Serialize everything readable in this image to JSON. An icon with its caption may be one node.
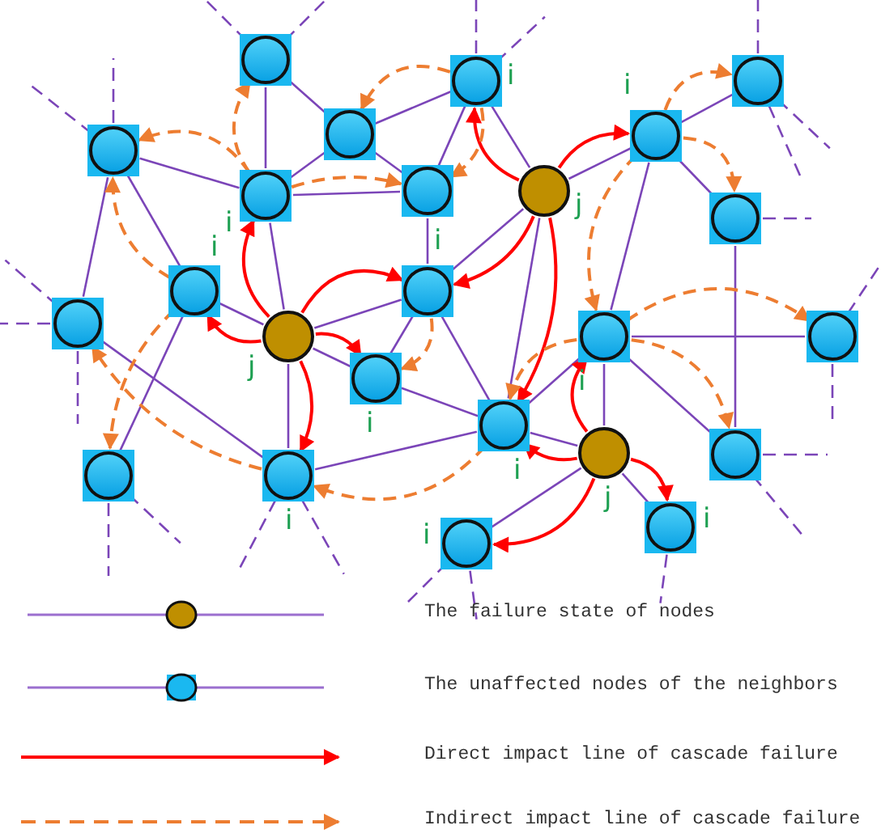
{
  "diagram": {
    "nodes": [
      {
        "text": [],
        "shape": "circle"
      },
      {
        "text": [],
        "shape": "circle",
        "beside": [
          "i"
        ]
      },
      {
        "text": [],
        "shape": "circle"
      },
      {
        "text": [],
        "shape": "circle"
      },
      {
        "text": [],
        "shape": "circle",
        "beside": [
          "i"
        ]
      },
      {
        "text": [],
        "shape": "circle"
      },
      {
        "text": [],
        "shape": "circle",
        "beside": [
          "i"
        ]
      },
      {
        "text": [],
        "shape": "circle"
      },
      {
        "text": [],
        "shape": "circle",
        "beside": [
          "j"
        ]
      },
      {
        "text": [],
        "shape": "circle"
      },
      {
        "text": [],
        "shape": "circle",
        "beside": [
          "i"
        ]
      },
      {
        "text": [],
        "shape": "circle",
        "beside": [
          "i"
        ]
      },
      {
        "text": [],
        "shape": "circle"
      },
      {
        "text": [],
        "shape": "circle",
        "beside": [
          "j"
        ]
      },
      {
        "text": [],
        "shape": "circle",
        "beside": [
          "i"
        ]
      },
      {
        "text": [],
        "shape": "circle"
      },
      {
        "text": [],
        "shape": "circle",
        "beside": [
          "i"
        ]
      },
      {
        "text": [],
        "shape": "circle",
        "beside": [
          "i"
        ]
      },
      {
        "text": [],
        "shape": "circle",
        "beside": [
          "j"
        ]
      },
      {
        "text": [],
        "shape": "circle"
      },
      {
        "text": [],
        "shape": "circle",
        "beside": [
          "i"
        ]
      },
      {
        "text": [],
        "shape": "circle"
      },
      {
        "text": [],
        "shape": "circle",
        "beside": [
          "i"
        ]
      },
      {
        "text": [],
        "shape": "circle",
        "beside": [
          "i"
        ]
      }
    ],
    "edges": [
      {
        "from": 0,
        "to": 6,
        "arrow": "none"
      },
      {
        "from": 0,
        "to": 2,
        "arrow": "none"
      },
      {
        "from": 2,
        "to": 6,
        "arrow": "none"
      },
      {
        "from": 2,
        "to": 1,
        "arrow": "none"
      },
      {
        "from": 2,
        "to": 7,
        "arrow": "none"
      },
      {
        "from": 6,
        "to": 7,
        "arrow": "none"
      },
      {
        "from": 6,
        "to": 5,
        "arrow": "none"
      },
      {
        "from": 6,
        "to": 13,
        "arrow": "none"
      },
      {
        "from": 1,
        "to": 7,
        "arrow": "none"
      },
      {
        "from": 1,
        "to": 8,
        "arrow": "none"
      },
      {
        "from": 8,
        "to": 11,
        "arrow": "none"
      },
      {
        "from": 8,
        "to": 4,
        "arrow": "none"
      },
      {
        "from": 8,
        "to": 17,
        "arrow": "none"
      },
      {
        "from": 4,
        "to": 3,
        "arrow": "none"
      },
      {
        "from": 4,
        "to": 9,
        "arrow": "none"
      },
      {
        "from": 4,
        "to": 14,
        "arrow": "none"
      },
      {
        "from": 7,
        "to": 11,
        "arrow": "none"
      },
      {
        "from": 5,
        "to": 12,
        "arrow": "none"
      },
      {
        "from": 5,
        "to": 10,
        "arrow": "none"
      },
      {
        "from": 10,
        "to": 13,
        "arrow": "none"
      },
      {
        "from": 10,
        "to": 19,
        "arrow": "none"
      },
      {
        "from": 12,
        "to": 20,
        "arrow": "none"
      },
      {
        "from": 13,
        "to": 11,
        "arrow": "none"
      },
      {
        "from": 13,
        "to": 16,
        "arrow": "none"
      },
      {
        "from": 13,
        "to": 20,
        "arrow": "none"
      },
      {
        "from": 11,
        "to": 16,
        "arrow": "none"
      },
      {
        "from": 11,
        "to": 17,
        "arrow": "none"
      },
      {
        "from": 16,
        "to": 17,
        "arrow": "none"
      },
      {
        "from": 20,
        "to": 17,
        "arrow": "none"
      },
      {
        "from": 17,
        "to": 14,
        "arrow": "none"
      },
      {
        "from": 17,
        "to": 18,
        "arrow": "none"
      },
      {
        "from": 14,
        "to": 18,
        "arrow": "none"
      },
      {
        "from": 14,
        "to": 15,
        "arrow": "none"
      },
      {
        "from": 14,
        "to": 21,
        "arrow": "none"
      },
      {
        "from": 9,
        "to": 21,
        "arrow": "none"
      },
      {
        "from": 18,
        "to": 23,
        "arrow": "none"
      },
      {
        "from": 18,
        "to": 22,
        "arrow": "none"
      },
      {
        "from": 8,
        "to": 1,
        "arrow": "to",
        "color": "#ff0000"
      },
      {
        "from": 8,
        "to": 4,
        "arrow": "to",
        "color": "#ff0000"
      },
      {
        "from": 8,
        "to": 11,
        "arrow": "to",
        "color": "#ff0000"
      },
      {
        "from": 8,
        "to": 17,
        "arrow": "to",
        "color": "#ff0000"
      },
      {
        "from": 13,
        "to": 6,
        "arrow": "to",
        "color": "#ff0000"
      },
      {
        "from": 13,
        "to": 10,
        "arrow": "to",
        "color": "#ff0000"
      },
      {
        "from": 13,
        "to": 11,
        "arrow": "to",
        "color": "#ff0000"
      },
      {
        "from": 13,
        "to": 16,
        "arrow": "to",
        "color": "#ff0000"
      },
      {
        "from": 13,
        "to": 20,
        "arrow": "to",
        "color": "#ff0000"
      },
      {
        "from": 18,
        "to": 17,
        "arrow": "to",
        "color": "#ff0000"
      },
      {
        "from": 18,
        "to": 14,
        "arrow": "to",
        "color": "#ff0000"
      },
      {
        "from": 18,
        "to": 23,
        "arrow": "to",
        "color": "#ff0000"
      },
      {
        "from": 18,
        "to": 22,
        "arrow": "to",
        "color": "#ff0000"
      },
      {
        "from": 6,
        "to": 0,
        "arrow": "to",
        "style": "dashed",
        "color": "#ed7d31"
      },
      {
        "from": 6,
        "to": 5,
        "arrow": "to",
        "style": "dashed",
        "color": "#ed7d31"
      },
      {
        "from": 6,
        "to": 7,
        "arrow": "to",
        "style": "dashed",
        "color": "#ed7d31"
      },
      {
        "from": 1,
        "to": 2,
        "arrow": "to",
        "style": "dashed",
        "color": "#ed7d31"
      },
      {
        "from": 1,
        "to": 7,
        "arrow": "to",
        "style": "dashed",
        "color": "#ed7d31"
      },
      {
        "from": 4,
        "to": 3,
        "arrow": "to",
        "style": "dashed",
        "color": "#ed7d31"
      },
      {
        "from": 4,
        "to": 9,
        "arrow": "to",
        "style": "dashed",
        "color": "#ed7d31"
      },
      {
        "from": 4,
        "to": 14,
        "arrow": "to",
        "style": "dashed",
        "color": "#ed7d31"
      },
      {
        "from": 14,
        "to": 15,
        "arrow": "to",
        "style": "dashed",
        "color": "#ed7d31"
      },
      {
        "from": 14,
        "to": 21,
        "arrow": "to",
        "style": "dashed",
        "color": "#ed7d31"
      },
      {
        "from": 14,
        "to": 17,
        "arrow": "to",
        "style": "dashed",
        "color": "#ed7d31"
      },
      {
        "from": 17,
        "to": 20,
        "arrow": "to",
        "style": "dashed",
        "color": "#ed7d31"
      },
      {
        "from": 10,
        "to": 5,
        "arrow": "to",
        "style": "dashed",
        "color": "#ed7d31"
      },
      {
        "from": 10,
        "to": 19,
        "arrow": "to",
        "style": "dashed",
        "color": "#ed7d31"
      },
      {
        "from": 20,
        "to": 12,
        "arrow": "to",
        "style": "dashed",
        "color": "#ed7d31"
      },
      {
        "from": 11,
        "to": 16,
        "arrow": "to",
        "style": "dashed",
        "color": "#ed7d31"
      },
      {
        "from": 0,
        "to": null,
        "arrow": "none",
        "style": "dashed"
      },
      {
        "from": 0,
        "to": null,
        "arrow": "none",
        "style": "dashed"
      },
      {
        "from": 1,
        "to": null,
        "arrow": "none",
        "style": "dashed"
      },
      {
        "from": 1,
        "to": null,
        "arrow": "none",
        "style": "dashed"
      },
      {
        "from": 3,
        "to": null,
        "arrow": "none",
        "style": "dashed"
      },
      {
        "from": 3,
        "to": null,
        "arrow": "none",
        "style": "dashed"
      },
      {
        "from": 3,
        "to": null,
        "arrow": "none",
        "style": "dashed"
      },
      {
        "from": 5,
        "to": null,
        "arrow": "none",
        "style": "dashed"
      },
      {
        "from": 5,
        "to": null,
        "arrow": "none",
        "style": "dashed"
      },
      {
        "from": 9,
        "to": null,
        "arrow": "none",
        "style": "dashed"
      },
      {
        "from": 12,
        "to": null,
        "arrow": "none",
        "style": "dashed"
      },
      {
        "from": 12,
        "to": null,
        "arrow": "none",
        "style": "dashed"
      },
      {
        "from": 12,
        "to": null,
        "arrow": "none",
        "style": "dashed"
      },
      {
        "from": 15,
        "to": null,
        "arrow": "none",
        "style": "dashed"
      },
      {
        "from": 15,
        "to": null,
        "arrow": "none",
        "style": "dashed"
      },
      {
        "from": 19,
        "to": null,
        "arrow": "none",
        "style": "dashed"
      },
      {
        "from": 19,
        "to": null,
        "arrow": "none",
        "style": "dashed"
      },
      {
        "from": 20,
        "to": null,
        "arrow": "none",
        "style": "dashed"
      },
      {
        "from": 20,
        "to": null,
        "arrow": "none",
        "style": "dashed"
      },
      {
        "from": 21,
        "to": null,
        "arrow": "none",
        "style": "dashed"
      },
      {
        "from": 21,
        "to": null,
        "arrow": "none",
        "style": "dashed"
      },
      {
        "from": 22,
        "to": null,
        "arrow": "none",
        "style": "dashed"
      },
      {
        "from": 22,
        "to": null,
        "arrow": "none",
        "style": "dashed"
      },
      {
        "from": 23,
        "to": null,
        "arrow": "none",
        "style": "dashed"
      }
    ],
    "legend": [
      {
        "text": "The failure state of nodes"
      },
      {
        "text": "The unaffected nodes of the neighbors"
      },
      {
        "text": "Direct impact line of cascade failure"
      },
      {
        "text": "Indirect impact line of cascade failure"
      }
    ]
  }
}
